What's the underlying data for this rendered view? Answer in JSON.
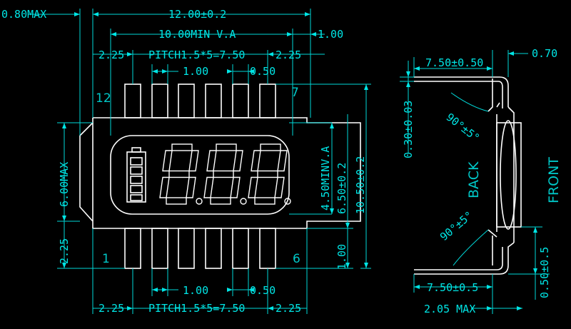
{
  "front_view": {
    "dims": {
      "overall_width": "12.00±0.2",
      "view_area_width": "10.00MIN V.A",
      "max_offset": "0.80MAX",
      "right_offset": "1.00",
      "left_margin_top": "2.25",
      "pitch_top": "PITCH1.5*5=7.50",
      "right_margin_top": "2.25",
      "pin_width_top": "1.00",
      "pin_gap_top": "0.50",
      "pin_width_bottom": "1.00",
      "pin_gap_bottom": "0.50",
      "left_margin_bottom": "2.25",
      "pitch_bottom": "PITCH1.5*5=7.50",
      "right_margin_bottom": "2.25",
      "view_area_height": "4.50MINV.A",
      "glass_height": "6.50±0.2",
      "overall_height": "10.50±0.2",
      "left_height": "6.00MAX",
      "left_pin_length": "2.25",
      "right_pin_length": "1.00"
    },
    "pin_labels": {
      "top_left": "12",
      "top_right": "7",
      "bottom_left": "1",
      "bottom_right": "6"
    }
  },
  "side_view": {
    "dims": {
      "top_lead": "7.50±0.50",
      "top_thickness": "0.70",
      "lead_thickness": "0.30±0.03",
      "angle_top": "90°±5°",
      "angle_bottom": "90°±5°",
      "bottom_lead": "7.50±0.5",
      "bottom_offset": "0.50±0.5",
      "max_depth": "2.05 MAX"
    },
    "labels": {
      "back": "BACK",
      "front": "FRONT"
    }
  }
}
